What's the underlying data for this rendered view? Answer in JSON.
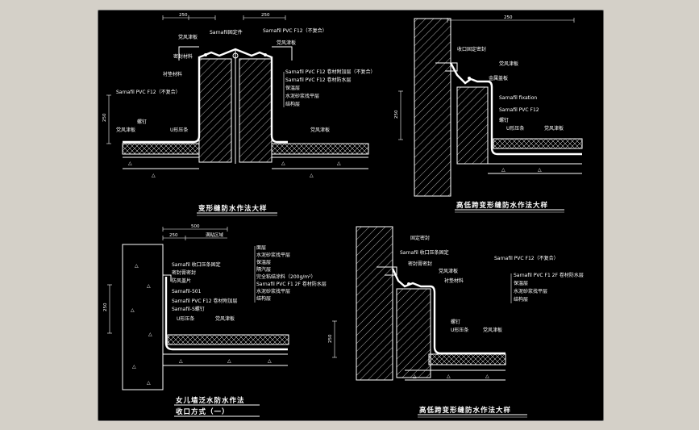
{
  "colors": {
    "background": "#000000",
    "line": "#ffffff",
    "window": "#d4d0c8"
  },
  "detail_a": {
    "title": "变形缝防水作法大样",
    "dim_250": "250",
    "labels": {
      "fix": "Sarnafil固定件",
      "pvc_top": "Sarnafil PVC F12（不复合）",
      "wind": "党风津板",
      "seal": "密封材料",
      "rope": "衬垫材料",
      "pvc_left": "Sarnafil PVC F12（不复合）",
      "pvc_add": "Sarnafil PVC F12 卷材附加层（不复合）",
      "pvc_main": "Sarnafil PVC F12 卷材防水层",
      "insul": "保温层",
      "mortar": "水泥砂浆找平层",
      "slab": "结构层",
      "nail": "螺钉",
      "wind2": "党风津板",
      "ubar": "U形压条",
      "wind3": "党风津板"
    }
  },
  "detail_b": {
    "title": "高低跨变形缝防水作法大样",
    "dim_250": "250",
    "labels": {
      "seal": "收口固定密封",
      "wind": "党风津板",
      "metal": "金属盖板",
      "fix": "Sarnafil fixation",
      "pvc": "Sarnafil PVC F12",
      "nail": "螺钉",
      "ubar": "U形压条",
      "wind2": "党风津板"
    }
  },
  "detail_c": {
    "title": "女儿墙泛水防水作法",
    "subtitle": "收口方式（一）",
    "dim_250": "250",
    "dim_500": "500",
    "zone": "满粘区域",
    "labels": {
      "roof": "面层",
      "mortar": "水泥砂浆找平层",
      "insul": "保温层",
      "vapor": "隔汽层",
      "coat": "完全粘结涂料（200g/m²）",
      "pvc_main": "Sarnafil PVC F1 2F 卷材防水层",
      "screed": "水泥砂浆找平层",
      "slab": "结构层",
      "bar": "Sarnafil 收口压条固定",
      "seal": "密封膏密封",
      "flash": "防风盖片",
      "s501": "Sarnafil-501",
      "add": "Sarnafil PVC F12 卷材附加层",
      "screw": "Sarnafil-S螺钉",
      "ubar": "U形压条",
      "wind": "党风津板"
    }
  },
  "detail_d": {
    "title": "高低跨变形缝防水作法大样",
    "dim_250": "250",
    "labels": {
      "seal": "固定密封",
      "bar": "Sarnafil 收口压条固定",
      "sealant": "密封膏密封",
      "wind": "党风津板",
      "rope": "衬垫材料",
      "pvc_top": "Sarnafil PVC F12（不复合）",
      "pvc_main": "Sarnafil PVC F1 2F 卷材防水层",
      "insul": "保温层",
      "mortar": "水泥砂浆找平层",
      "slab": "结构层",
      "nail": "螺钉",
      "ubar": "U形压条",
      "wind2": "党风津板"
    }
  }
}
